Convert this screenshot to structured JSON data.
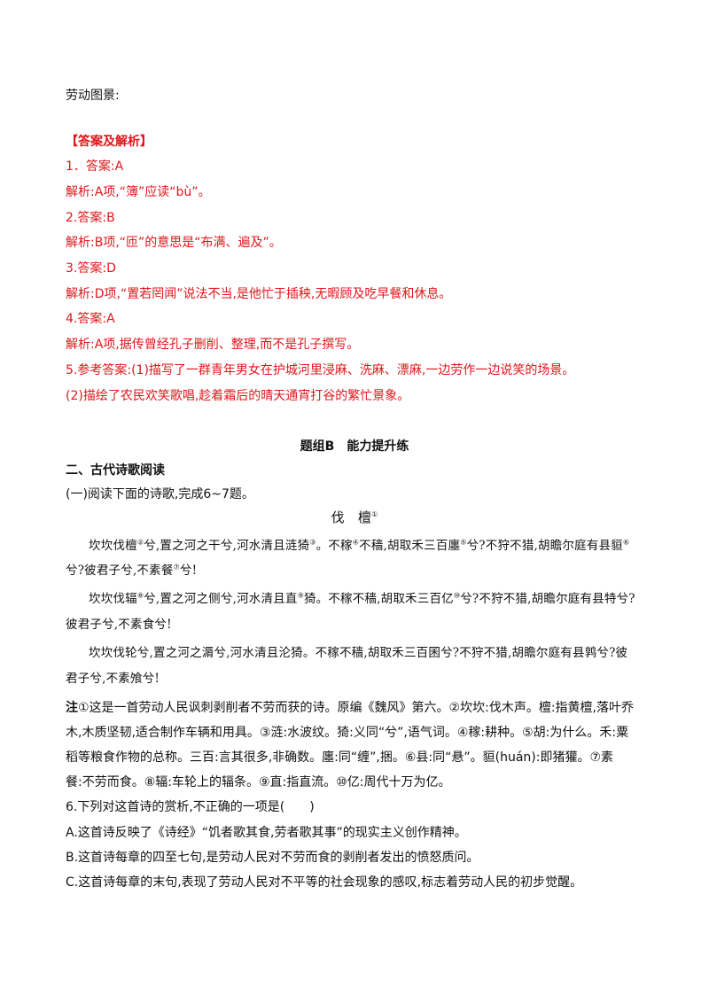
{
  "top_line": "劳动图景:",
  "answer_header": "【答案及解析】",
  "answers": [
    "1．答案:A",
    "解析:A项,“簿”应读“bù”。",
    "2.答案:B",
    "解析:B项,“匝”的意思是“布满、遍及”。",
    "3.答案:D",
    "解析:D项,“置若罔闻”说法不当,是他忙于插秧,无暇顾及吃早餐和休息。",
    "4.答案:A",
    "解析:A项,据传曾经孔子删削、整理,而不是孔子撰写。",
    "5.参考答案:(1)描写了一群青年男女在护城河里浸麻、洗麻、漂麻,一边劳作一边说笑的场景。",
    "(2)描绘了农民欢笑歌唱,趁着霜后的晴天通宵打谷的繁忙景象。"
  ],
  "group_title": "题组B　能力提升练",
  "section_title": "二、古代诗歌阅读",
  "instruction": "(一)阅读下面的诗歌,完成6~7题。",
  "poem": {
    "title": "伐　檀",
    "title_note": "①",
    "s1_l1": [
      "坎坎伐檀",
      "②",
      "兮,置之河之干兮,河水清且涟猗",
      "③",
      "。不稼",
      "④",
      "不穑,胡取禾三百廛",
      "⑤",
      "兮?不狩不猎,胡瞻尔庭有县貆",
      "⑥"
    ],
    "s1_l2": [
      "兮?彼君子兮,不素餐",
      "⑦",
      "兮!"
    ],
    "s2_l1": [
      "坎坎伐辐",
      "⑧",
      "兮,置之河之侧兮,河水清且直",
      "⑨",
      "猗。不稼不穑,胡取禾三百亿",
      "⑩",
      "兮?不狩不猎,胡瞻尔庭有县特兮?"
    ],
    "s2_l2": "彼君子兮,不素食兮!",
    "s3_l1": "坎坎伐轮兮,置之河之漘兮,河水清且沦猗。不稼不穑,胡取禾三百囷兮?不狩不猎,胡瞻尔庭有县鹑兮?彼",
    "s3_l2": "君子兮,不素飧兮!"
  },
  "notes": {
    "label": "注",
    "l1": "①这是一首劳动人民讽刺剥削者不劳而获的诗。原编《魏风》第六。②坎坎:伐木声。檀:指黄檀,落叶乔",
    "l2": "木,木质坚韧,适合制作车辆和用具。③涟:水波纹。猗:义同“兮”,语气词。④稼:耕种。⑤胡:为什么。禾:粟",
    "l3": "稻等粮食作物的总称。三百:言其很多,非确数。廛:同“缠”,捆。⑥县:同“悬”。貆(huán):即猪獾。⑦素",
    "l4": "餐:不劳而食。⑧辐:车轮上的辐条。⑨直:指直流。⑩亿:周代十万为亿。"
  },
  "question": {
    "stem": "6.下列对这首诗的赏析,不正确的一项是(　　)",
    "options": [
      "A.这首诗反映了《诗经》“饥者歌其食,劳者歌其事”的现实主义创作精神。",
      "B.这首诗每章的四至七句,是劳动人民对不劳而食的剥削者发出的愤怒质问。",
      "C.这首诗每章的末句,表现了劳动人民对不平等的社会现象的感叹,标志着劳动人民的初步觉醒。"
    ]
  },
  "colors": {
    "answer_red": "#e0161b",
    "text": "#111111"
  }
}
